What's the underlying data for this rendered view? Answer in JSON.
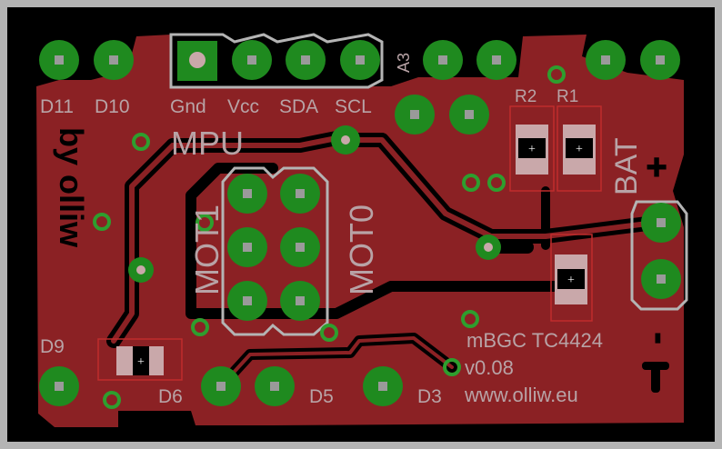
{
  "board": {
    "colors": {
      "copper": "#8b2124",
      "pad": "#1f8a1f",
      "silkscreen": "#b8a3a6",
      "outline": "#b4b4b4",
      "background": "#000000"
    },
    "header_labels": [
      "D11",
      "D10",
      "Gnd",
      "Vcc",
      "SDA",
      "SCL",
      "A3"
    ],
    "mpu_label": "MPU",
    "resistor_labels": [
      "R2",
      "R1"
    ],
    "bat_label": "BAT",
    "mot_labels": [
      "MOT1",
      "MOT0"
    ],
    "author_text": "by olliw",
    "bottom_labels": [
      "D9",
      "D6",
      "D5",
      "D3"
    ],
    "title": "mBGC TC4424",
    "version": "v0.08",
    "url": "www.olliw.eu",
    "plus_symbol": "+",
    "minus_symbol": "-"
  }
}
